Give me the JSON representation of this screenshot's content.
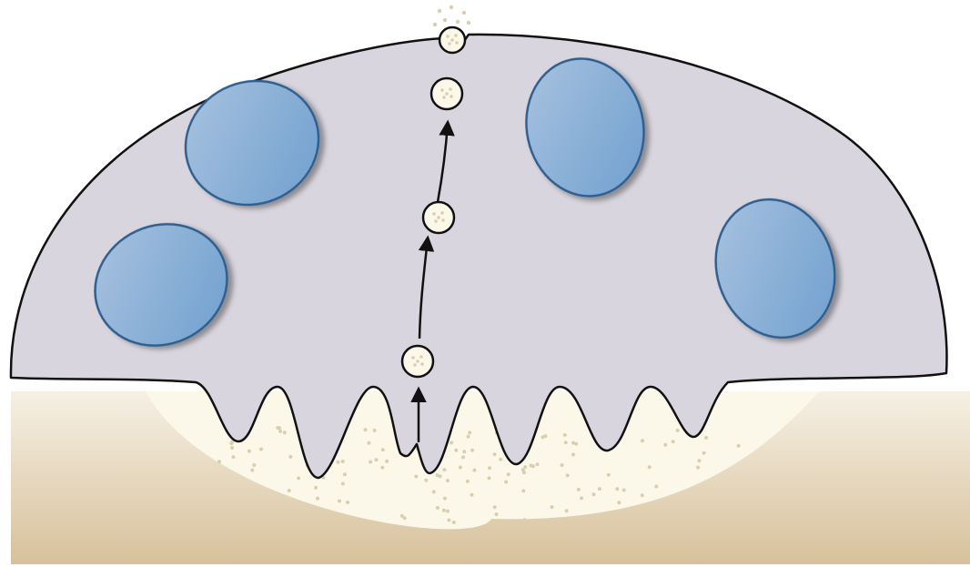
{
  "colors": {
    "background": "#ffffff",
    "bone_top": "#f6f0e4",
    "bone_bottom": "#d7c19b",
    "resorption_pit": "#fbf8ea",
    "cell_fill": "#d8d5de",
    "cell_stroke": "#111111",
    "nucleus_light": "#a9c3df",
    "nucleus_dark": "#6f9fcf",
    "nucleus_stroke": "#2f5f8f",
    "vesicle_fill": "#fbf8ea",
    "particle": "#d8cfb0",
    "arrow": "#111111"
  },
  "icons": {
    "cell": "osteoclast-shape",
    "nucleus": "nucleus-ellipse",
    "vesicle": "transport-vesicle",
    "arrow": "upward-arrow",
    "bone": "bone-matrix",
    "pit": "resorption-pit"
  }
}
